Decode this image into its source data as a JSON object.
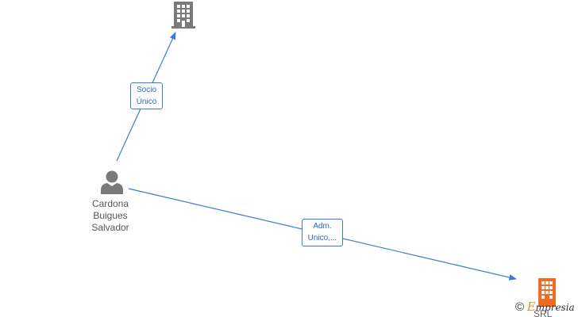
{
  "nodes": {
    "company_top": {
      "icon": "building-icon",
      "color": "#7a7a7a"
    },
    "person": {
      "icon": "person-icon",
      "color": "#7a7a7a",
      "name_lines": [
        "Cardona",
        "Buigues",
        "Salvador"
      ]
    },
    "company_bottom": {
      "icon": "building-icon",
      "color": "#f26b21",
      "label": "SRL"
    }
  },
  "edges": [
    {
      "from": "person",
      "to": "company_top",
      "label_lines": [
        "Socio",
        "Único"
      ]
    },
    {
      "from": "person",
      "to": "company_bottom",
      "label_lines": [
        "Adm.",
        "Unico,..."
      ]
    }
  ],
  "watermark": {
    "copyright": "©",
    "brand_initial": "E",
    "brand_rest": "mpresia"
  },
  "colors": {
    "edge": "#3a7bd5",
    "icon_gray": "#7a7a7a",
    "icon_orange": "#f26b21"
  }
}
